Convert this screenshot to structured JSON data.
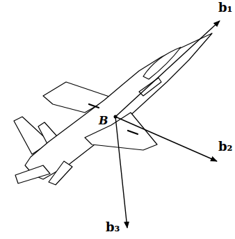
{
  "diagram": {
    "labels": [
      "b₁",
      "b₂",
      "b₃",
      "B"
    ]
  }
}
